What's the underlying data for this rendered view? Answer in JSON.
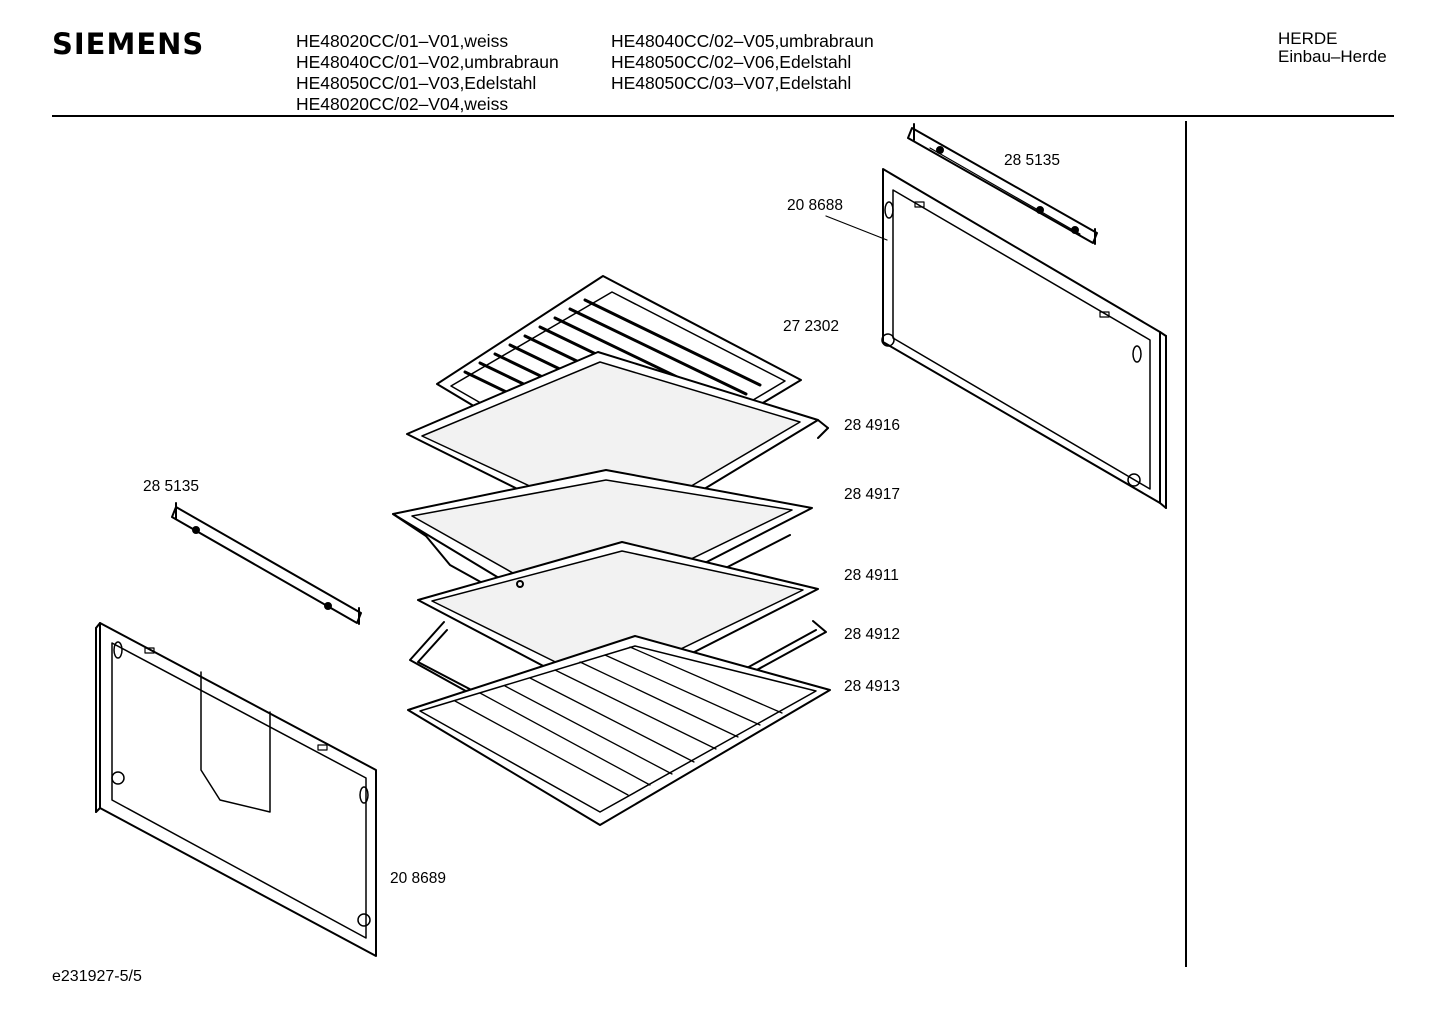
{
  "header": {
    "brand": "SIEMENS",
    "models_col1": [
      "HE48020CC/01–V01,weiss",
      "HE48040CC/01–V02,umbrabraun",
      "HE48050CC/01–V03,Edelstahl",
      "HE48020CC/02–V04,weiss"
    ],
    "models_col2": [
      "HE48040CC/02–V05,umbrabraun",
      "HE48050CC/02–V06,Edelstahl",
      "HE48050CC/03–V07,Edelstahl"
    ],
    "category_line1": "HERDE",
    "category_line2": "Einbau–Herde"
  },
  "callouts": {
    "rail_right": "28 5135",
    "panel_back": "20 8688",
    "grill_tray": "27 2302",
    "tray_upper": "28 4916",
    "tray_deep": "28 4917",
    "tray_flat": "28 4911",
    "rack_handle": "28 4912",
    "wire_rack": "28 4913",
    "rail_left": "28 5135",
    "panel_front": "20 8689"
  },
  "footer": {
    "doc_id": "e231927-5/5"
  },
  "colors": {
    "ink": "#000000",
    "paper": "#ffffff",
    "tray_inner": "#f2f2f2"
  }
}
